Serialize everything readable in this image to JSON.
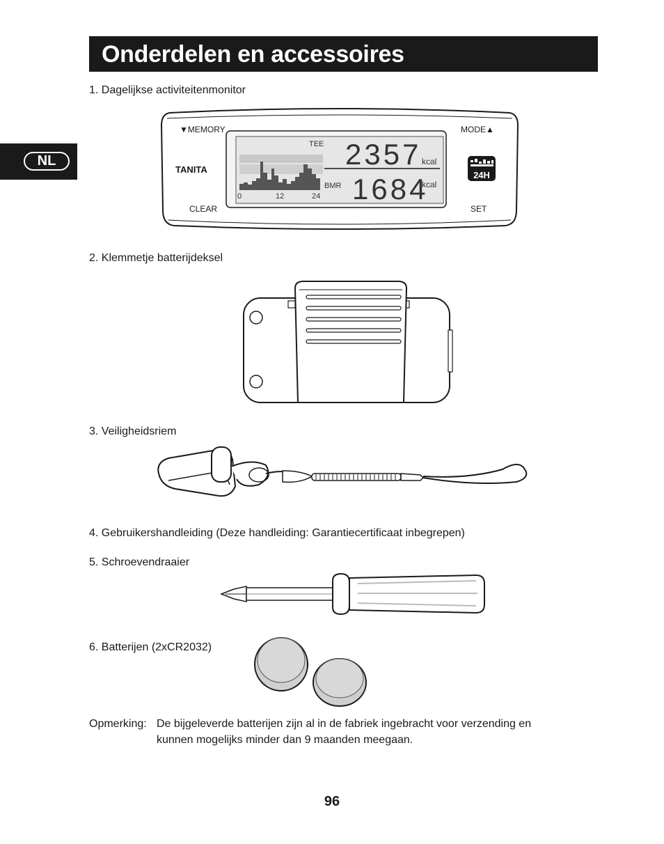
{
  "header": {
    "title": "Onderdelen en accessoires"
  },
  "language_tab": {
    "label": "NL"
  },
  "items": [
    {
      "label": "1. Dagelijkse activiteitenmonitor"
    },
    {
      "label": "2. Klemmetje batterijdeksel"
    },
    {
      "label": "3. Veiligheidsriem"
    },
    {
      "label": "4. Gebruikershandleiding (Deze handleiding: Garantiecertificaat inbegrepen)"
    },
    {
      "label": "5. Schroevendraaier"
    },
    {
      "label": "6. Batterijen (2xCR2032)"
    }
  ],
  "device": {
    "memory_label": "▼MEMORY",
    "mode_label": "MODE▲",
    "brand": "TANITA",
    "clear_label": "CLEAR",
    "set_label": "SET",
    "tee_label": "TEE",
    "bmr_label": "BMR",
    "tee_value": "2357",
    "bmr_value": "1684",
    "tee_unit": "kcal",
    "bmr_unit": "kcal",
    "axis_ticks": [
      "0",
      "12",
      "24"
    ],
    "badge_label": "24H"
  },
  "note": {
    "title": "Opmerking:",
    "line1": "De bijgeleverde batterijen zijn al in de fabriek ingebracht voor verzending en",
    "line2": "kunnen mogelijks minder dan 9 maanden meegaan."
  },
  "footer": {
    "page_number": "96"
  }
}
